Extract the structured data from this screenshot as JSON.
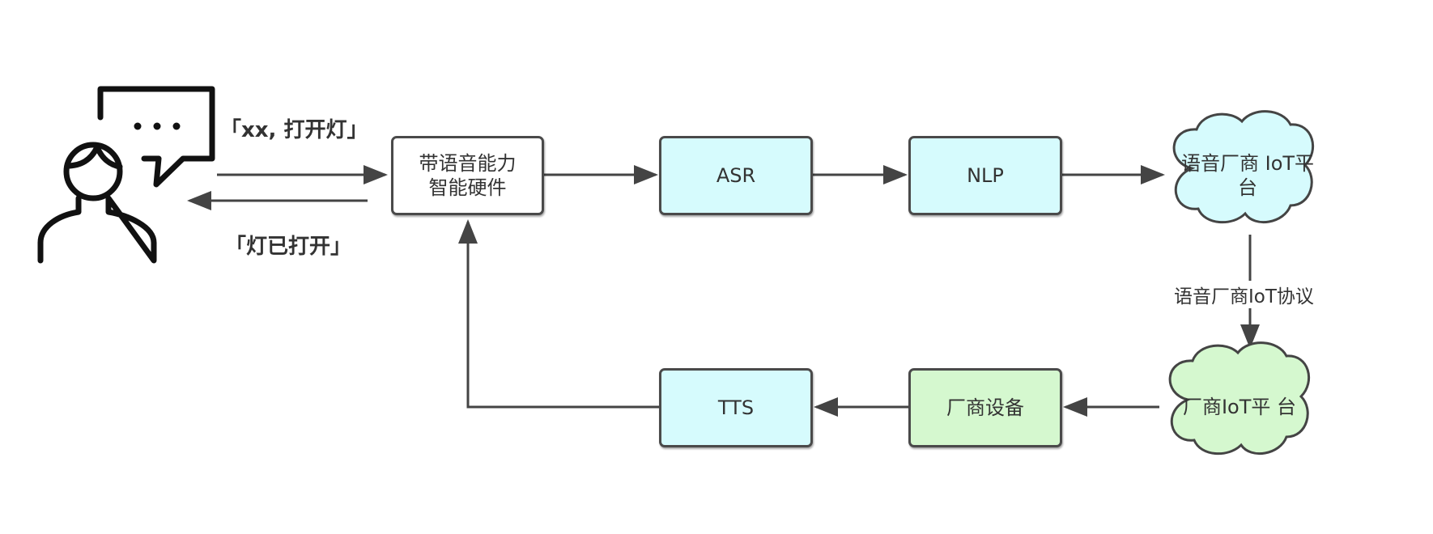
{
  "colors": {
    "stroke": "#444444",
    "box_white": "#ffffff",
    "box_cyan": "#d6fbfd",
    "box_green": "#d5f8cf",
    "text": "#333333"
  },
  "user": {
    "icon": "person-speech-bubble-icon",
    "bubble_text": "..."
  },
  "labels": {
    "request": "「xx, 打开灯」",
    "response": "「灯已打开」",
    "protocol": "语音厂商IoT协议"
  },
  "nodes": {
    "hardware": {
      "line1": "带语音能力",
      "line2": "智能硬件",
      "shape": "rounded-rect"
    },
    "asr": {
      "label": "ASR",
      "shape": "rounded-rect"
    },
    "nlp": {
      "label": "NLP",
      "shape": "rounded-rect"
    },
    "voice_iot_platform": {
      "line1": "语音厂商",
      "line2": "IoT平台",
      "shape": "cloud"
    },
    "vendor_iot_platform": {
      "line1": "厂商IoT平",
      "line2": "台",
      "shape": "cloud"
    },
    "vendor_device": {
      "label": "厂商设备",
      "shape": "rounded-rect"
    },
    "tts": {
      "label": "TTS",
      "shape": "rounded-rect"
    }
  }
}
